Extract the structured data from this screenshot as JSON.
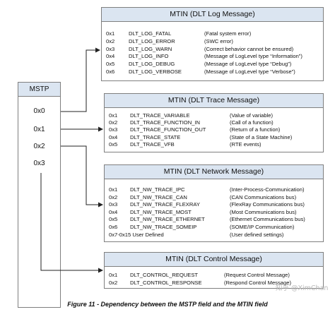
{
  "mstp": {
    "title": "MSTP",
    "values": [
      "0x0",
      "0x1",
      "0x2",
      "0x3"
    ]
  },
  "boxes": [
    {
      "title": "MTIN (DLT Log Message)",
      "rows": [
        {
          "code": "0x1",
          "name": "DLT_LOG_FATAL",
          "desc": "(Fatal system error)"
        },
        {
          "code": "0x2",
          "name": "DLT_LOG_ERROR",
          "desc": "(SWC error)"
        },
        {
          "code": "0x3",
          "name": "DLT_LOG_WARN",
          "desc": "(Correct behavior cannot be ensured)"
        },
        {
          "code": "0x4",
          "name": "DLT_LOG_INFO",
          "desc": "(Message of LogLevel type “Information”)"
        },
        {
          "code": "0x5",
          "name": "DLT_LOG_DEBUG",
          "desc": "(Message of LogLevel type “Debug”)"
        },
        {
          "code": "0x6",
          "name": "DLT_LOG_VERBOSE",
          "desc": "(Message of LogLevel type “Verbose”)"
        }
      ]
    },
    {
      "title": "MTIN (DLT Trace Message)",
      "rows": [
        {
          "code": "0x1",
          "name": "DLT_TRACE_VARIABLE",
          "desc": "(Value of variable)"
        },
        {
          "code": "0x2",
          "name": "DLT_TRACE_FUNCTION_IN",
          "desc": "(Call of a function)"
        },
        {
          "code": "0x3",
          "name": "DLT_TRACE_FUNCTION_OUT",
          "desc": "(Return of a function)"
        },
        {
          "code": "0x4",
          "name": "DLT_TRACE_STATE",
          "desc": "(State of a State Machine)"
        },
        {
          "code": "0x5",
          "name": "DLT_TRACE_VFB",
          "desc": "(RTE events)"
        }
      ]
    },
    {
      "title": "MTIN (DLT Network Message)",
      "rows": [
        {
          "code": "0x1",
          "name": "DLT_NW_TRACE_IPC",
          "desc": "(Inter-Process-Communication)"
        },
        {
          "code": "0x2",
          "name": "DLT_NW_TRACE_CAN",
          "desc": "(CAN Communications bus)"
        },
        {
          "code": "0x3",
          "name": "DLT_NW_TRACE_FLEXRAY",
          "desc": "(FlexRay Communications bus)"
        },
        {
          "code": "0x4",
          "name": "DLT_NW_TRACE_MOST",
          "desc": "(Most Communications bus)"
        },
        {
          "code": "0x5",
          "name": "DLT_NW_TRACE_ETHERNET",
          "desc": "(Ethernet Communications bus)"
        },
        {
          "code": "0x6",
          "name": "DLT_NW_TRACE_SOMEIP",
          "desc": "(SOME/IP Communication)"
        },
        {
          "code": "0x7-0x15 User Defined",
          "name": "",
          "desc": "(User defined settings)"
        }
      ]
    },
    {
      "title": "MTIN (DLT Control Message)",
      "rows": [
        {
          "code": "0x1",
          "name": "DLT_CONTROL_REQUEST",
          "desc": "(Request Control Message)"
        },
        {
          "code": "0x2",
          "name": "DLT_CONTROL_RESPONSE",
          "desc": "(Respond Control Message)"
        }
      ]
    }
  ],
  "caption": "Figure 11 - Dependency between the MSTP field and the MTIN field",
  "watermark": "知乎 @XimChan",
  "colors": {
    "header_fill": "#dbe5f1",
    "border": "#7f7f7f",
    "line": "#222222"
  }
}
